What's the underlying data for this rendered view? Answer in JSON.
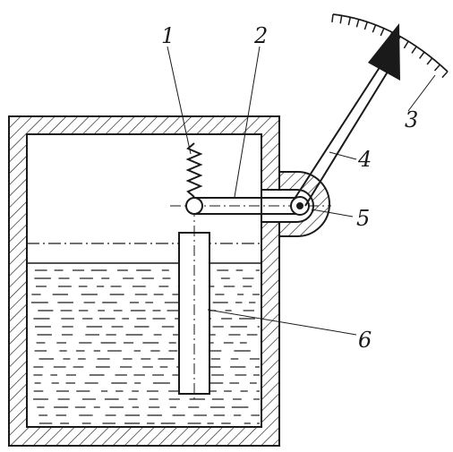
{
  "figure": {
    "labels": [
      {
        "id": "1",
        "text": "1"
      },
      {
        "id": "2",
        "text": "2"
      },
      {
        "id": "3",
        "text": "3"
      },
      {
        "id": "4",
        "text": "4"
      },
      {
        "id": "5",
        "text": "5"
      },
      {
        "id": "6",
        "text": "6"
      }
    ],
    "colors": {
      "ink": "#1a1a1a",
      "paper": "#ffffff"
    }
  }
}
